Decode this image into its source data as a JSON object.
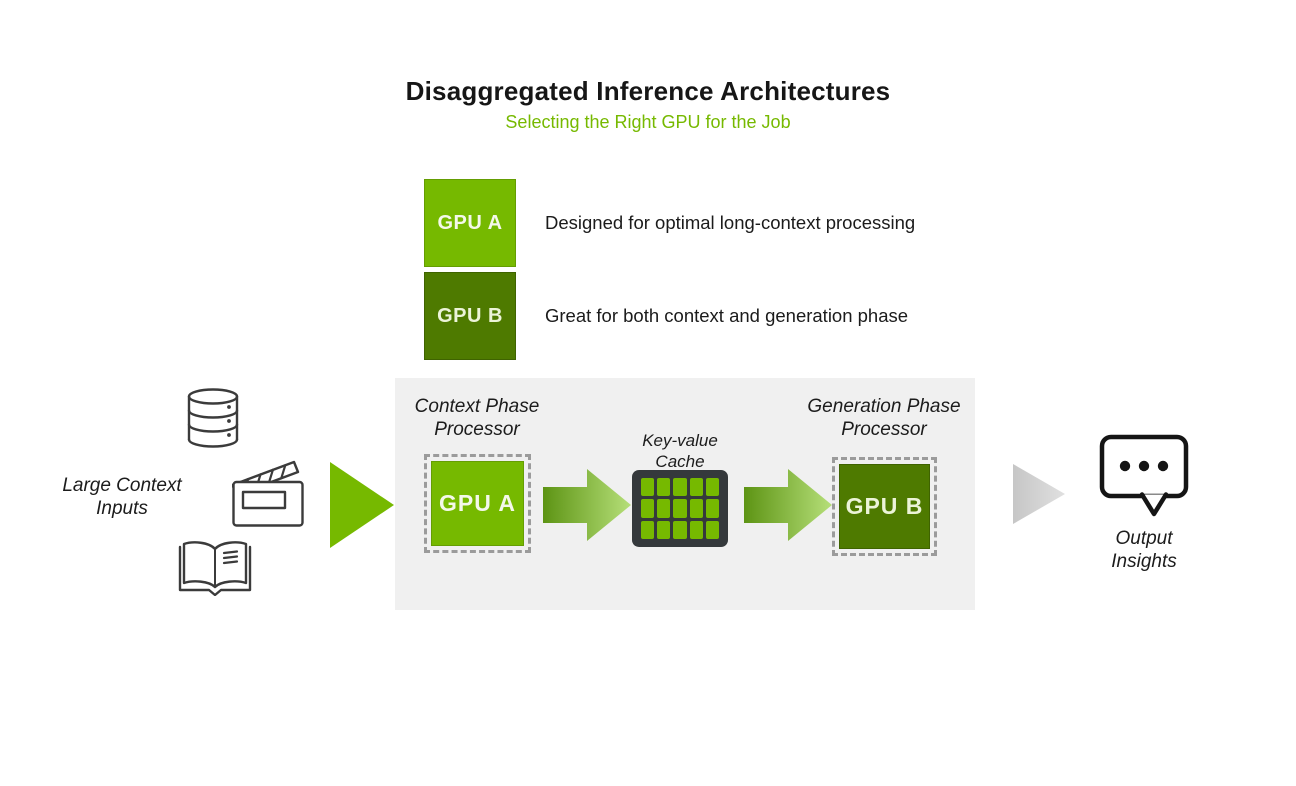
{
  "title": "Disaggregated Inference Architectures",
  "subtitle": "Selecting the Right GPU for the Job",
  "colors": {
    "brand_green": "#76B900",
    "dark_green": "#4E7A00",
    "panel_background": "#F0F0F0",
    "cache_background": "#35393C",
    "dashed_border": "#9B9B9B",
    "arrow_gradient_start": "#5D9414",
    "arrow_gradient_end": "#B6DF79",
    "output_arrow_gray": "#D2D2D2",
    "text_dark": "#1C1C1C"
  },
  "legend": {
    "items": [
      {
        "label": "GPU A",
        "description": "Designed for optimal long-context processing",
        "color": "#76B900"
      },
      {
        "label": "GPU B",
        "description": "Great for both context and generation phase",
        "color": "#4E7A00"
      }
    ]
  },
  "flow": {
    "inputs": {
      "label": "Large Context Inputs",
      "icons": [
        "database-icon",
        "clapperboard-icon",
        "open-book-icon"
      ]
    },
    "context_processor": {
      "label": "Context Phase Processor",
      "gpu": "GPU A"
    },
    "kv_cache": {
      "label": "Key-value Cache",
      "grid": {
        "columns": 5,
        "rows": 3
      }
    },
    "generation_processor": {
      "label": "Generation Phase Processor",
      "gpu": "GPU B"
    },
    "output": {
      "label": "Output Insights",
      "icon": "chat-bubble-icon"
    }
  }
}
